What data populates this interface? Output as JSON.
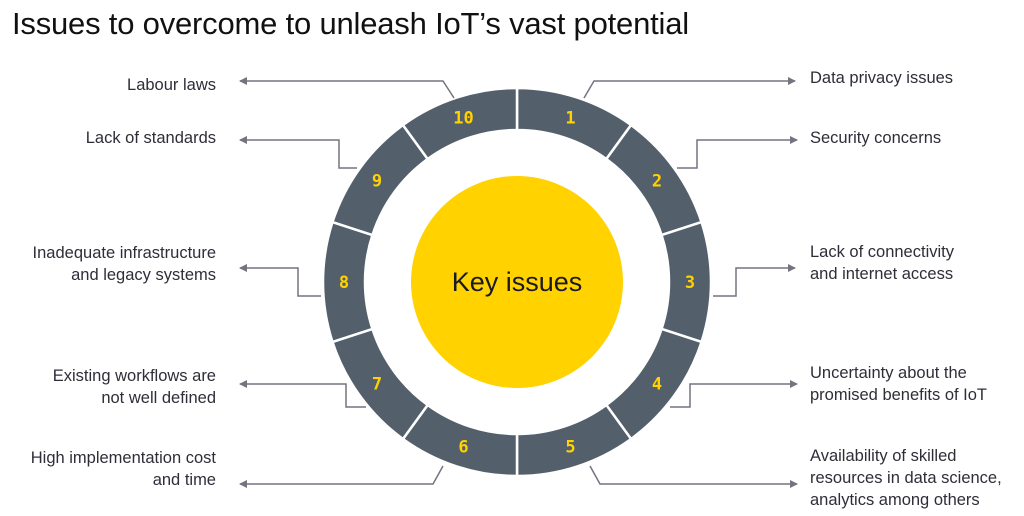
{
  "title": "Issues to overcome to unleash IoT’s vast potential",
  "center_label": "Key issues",
  "colors": {
    "ring": "#535f6b",
    "center": "#ffd200",
    "number": "#ffd200",
    "connector": "#747480",
    "text": "#2e2e38"
  },
  "issues": [
    {
      "number": "1",
      "lines": [
        "Data privacy issues"
      ]
    },
    {
      "number": "2",
      "lines": [
        "Security concerns"
      ]
    },
    {
      "number": "3",
      "lines": [
        "Lack of connectivity",
        "and internet access"
      ]
    },
    {
      "number": "4",
      "lines": [
        "Uncertainty about the",
        "promised benefits of IoT"
      ]
    },
    {
      "number": "5",
      "lines": [
        "Availability of skilled",
        "resources in data science,",
        "analytics among others"
      ]
    },
    {
      "number": "6",
      "lines": [
        "High implementation cost",
        "and time"
      ]
    },
    {
      "number": "7",
      "lines": [
        "Existing workflows are",
        "not well defined"
      ]
    },
    {
      "number": "8",
      "lines": [
        "Inadequate infrastructure",
        "and legacy systems"
      ]
    },
    {
      "number": "9",
      "lines": [
        "Lack of standards"
      ]
    },
    {
      "number": "10",
      "lines": [
        "Labour laws"
      ]
    }
  ]
}
